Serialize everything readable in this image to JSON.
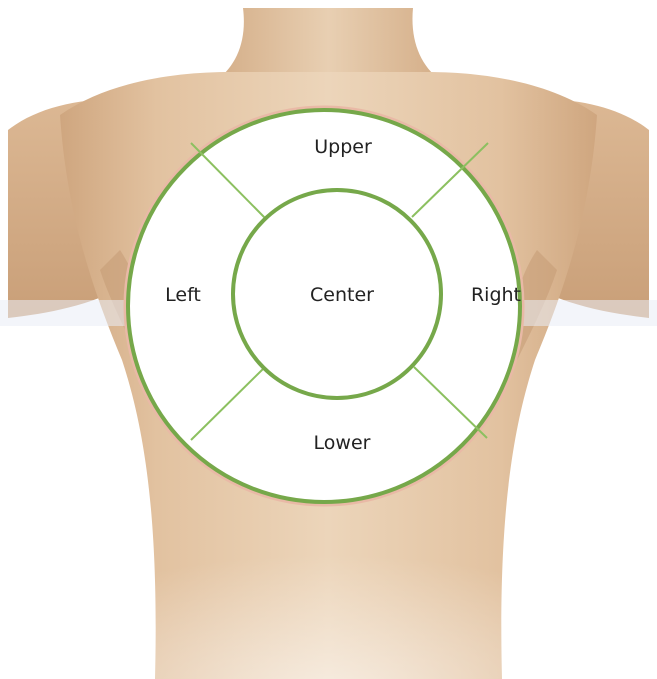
{
  "diagram": {
    "regions": {
      "upper": "Upper",
      "left": "Left",
      "center": "Center",
      "right": "Right",
      "lower": "Lower"
    }
  },
  "colors": {
    "outline": "#76a84a",
    "divider": "#8cc060",
    "skin_light": "#ead3b8",
    "skin_mid": "#dcbb98",
    "skin_shadow": "#c89e78",
    "fill": "#ffffff",
    "text": "#222222"
  }
}
